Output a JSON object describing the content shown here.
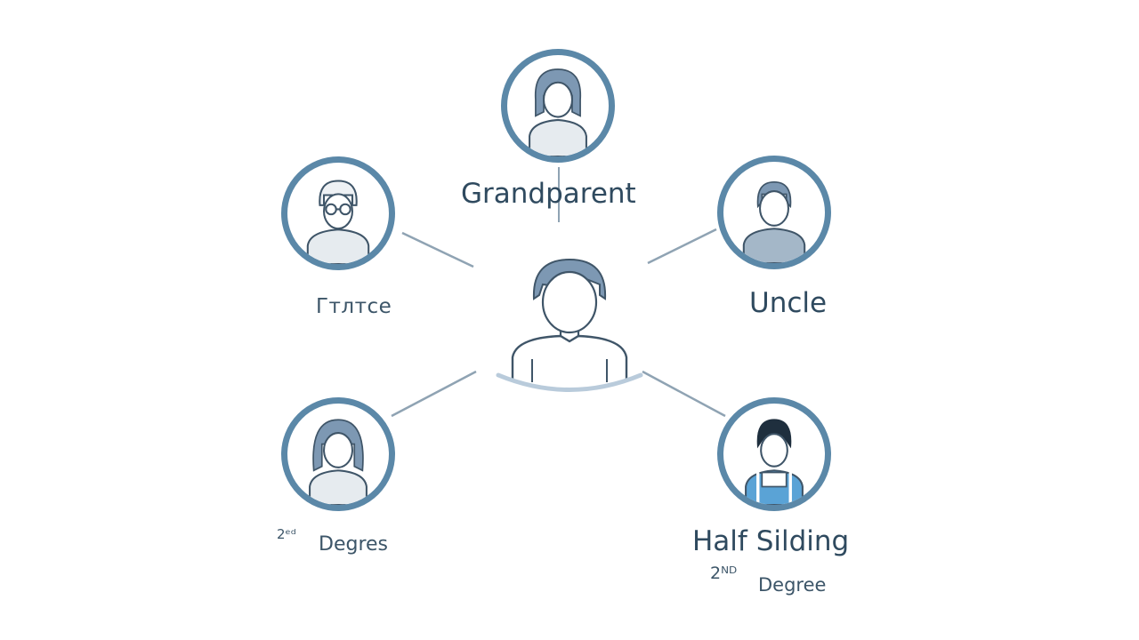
{
  "diagram": {
    "title": "",
    "nodes": [
      {
        "id": "grandparent",
        "label": "Grandparent",
        "icon": "woman-short-hair-icon"
      },
      {
        "id": "grandparent-glasses",
        "label": "Гтлтсе",
        "icon": "elder-glasses-icon"
      },
      {
        "id": "uncle",
        "label": "Uncle",
        "icon": "man-icon"
      },
      {
        "id": "cousin-left",
        "label": "Degres",
        "sublabel": "2ᵉᵈ",
        "icon": "woman-long-hair-icon"
      },
      {
        "id": "half-sibling",
        "label": "Half Silding",
        "sublabel_sup": "2ᴺᴰ",
        "sublabel": "Degree",
        "icon": "boy-overalls-icon"
      },
      {
        "id": "self",
        "label": "",
        "icon": "person-center-icon"
      }
    ],
    "colors": {
      "ring": "#5b88a8",
      "hair": "#7d98b3",
      "text": "#2f4a5f",
      "line": "#8fa3b3"
    }
  }
}
